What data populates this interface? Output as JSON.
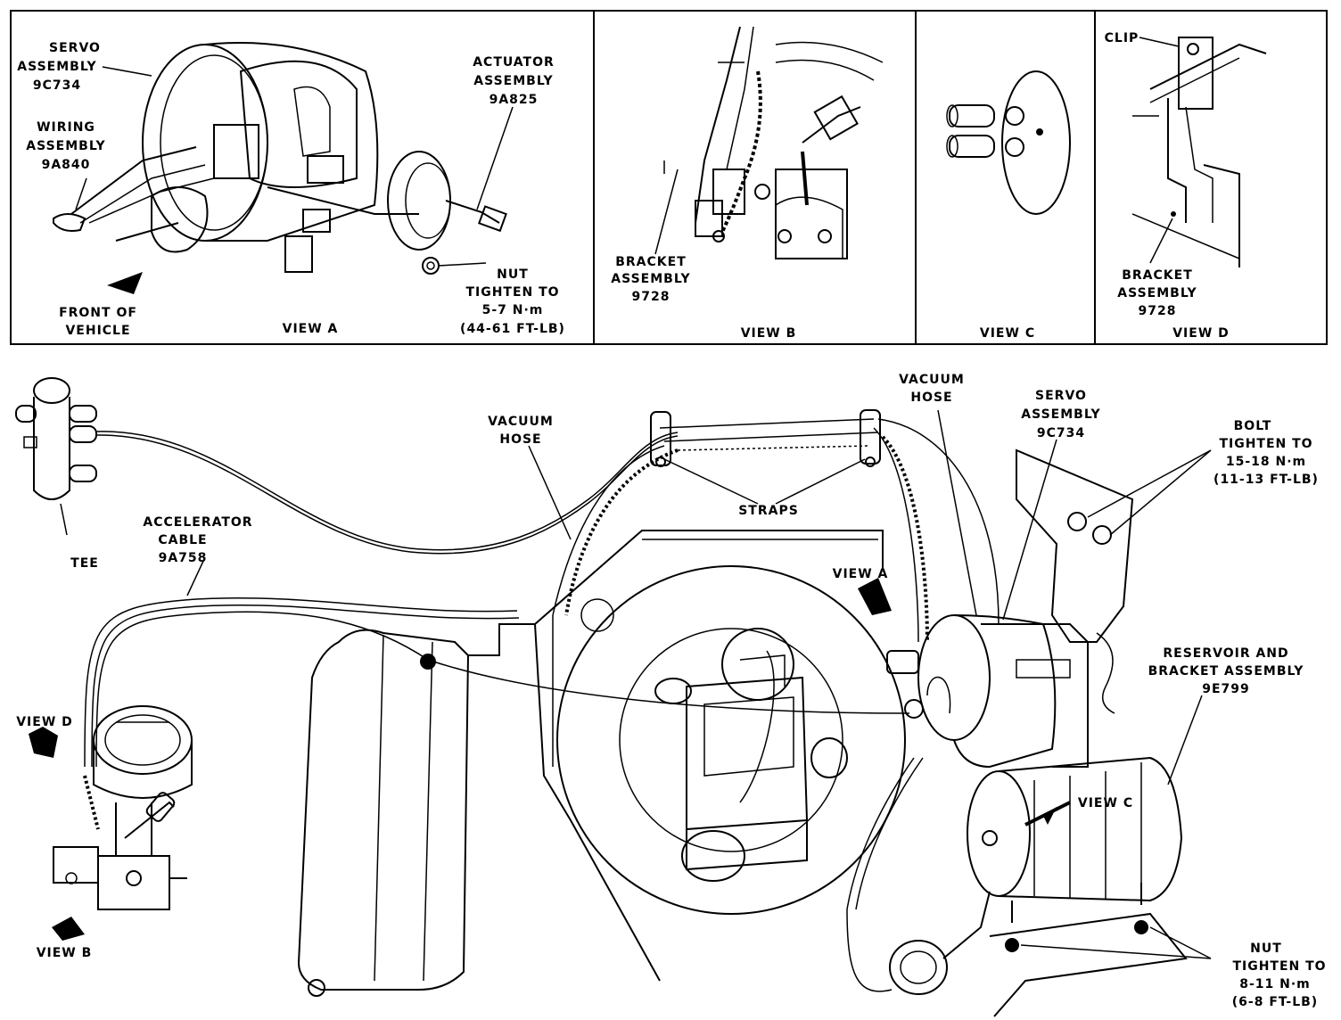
{
  "views": {
    "a": {
      "title": "VIEW A",
      "servo": [
        "SERVO",
        "ASSEMBLY",
        "9C734"
      ],
      "wiring": [
        "WIRING",
        "ASSEMBLY",
        "9A840"
      ],
      "actuator": [
        "ACTUATOR",
        "ASSEMBLY",
        "9A825"
      ],
      "front": [
        "FRONT OF",
        "VEHICLE"
      ],
      "nut": [
        "NUT",
        "TIGHTEN TO",
        "5-7 N·m",
        "(44-61 FT-LB)"
      ]
    },
    "b": {
      "title": "VIEW B",
      "bracket": [
        "BRACKET",
        "ASSEMBLY",
        "9728"
      ]
    },
    "c": {
      "title": "VIEW C"
    },
    "d": {
      "title": "VIEW D",
      "clip": "CLIP",
      "bracket": [
        "BRACKET",
        "ASSEMBLY",
        "9728"
      ]
    }
  },
  "main": {
    "tee": "TEE",
    "accelerator": [
      "ACCELERATOR",
      "CABLE",
      "9A758"
    ],
    "vacuum_left": [
      "VACUUM",
      "HOSE"
    ],
    "vacuum_right": [
      "VACUUM",
      "HOSE"
    ],
    "straps": "STRAPS",
    "servo": [
      "SERVO",
      "ASSEMBLY",
      "9C734"
    ],
    "bolt": [
      "BOLT",
      "TIGHTEN TO",
      "15-18 N·m",
      "(11-13 FT-LB)"
    ],
    "reservoir": [
      "RESERVOIR AND",
      "BRACKET ASSEMBLY",
      "9E799"
    ],
    "nut": [
      "NUT",
      "TIGHTEN TO",
      "8-11 N·m",
      "(6-8 FT-LB)"
    ],
    "view_a": "VIEW A",
    "view_b": "VIEW B",
    "view_c": "VIEW C",
    "view_d": "VIEW D"
  }
}
